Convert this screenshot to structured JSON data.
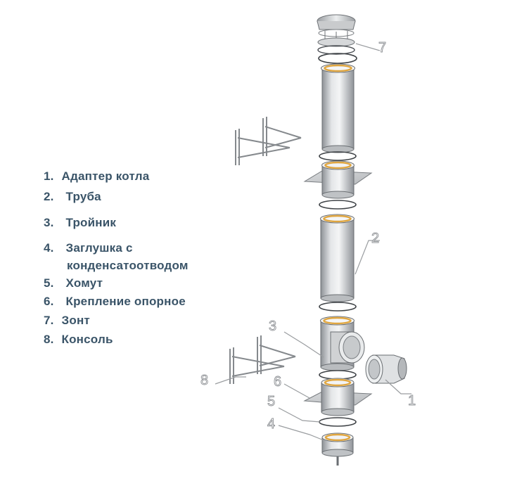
{
  "legend": {
    "items": [
      {
        "num": "1.",
        "text": "Адаптер котла"
      },
      {
        "num": "2.",
        "text": "Труба"
      },
      {
        "num": "3.",
        "text": "Тройник"
      },
      {
        "num": "4.",
        "text": "Заглушка с"
      },
      {
        "num": "",
        "text": "конденсатоотводом"
      },
      {
        "num": "5.",
        "text": "Хомут"
      },
      {
        "num": "6.",
        "text": "Крепление опорное"
      },
      {
        "num": "7.",
        "text": "Зонт"
      },
      {
        "num": "8.",
        "text": "Консоль"
      }
    ]
  },
  "callouts": {
    "c1": "1",
    "c2": "2",
    "c3": "3",
    "c4": "4",
    "c5": "5",
    "c6": "6",
    "c7": "7",
    "c8": "8"
  }
}
